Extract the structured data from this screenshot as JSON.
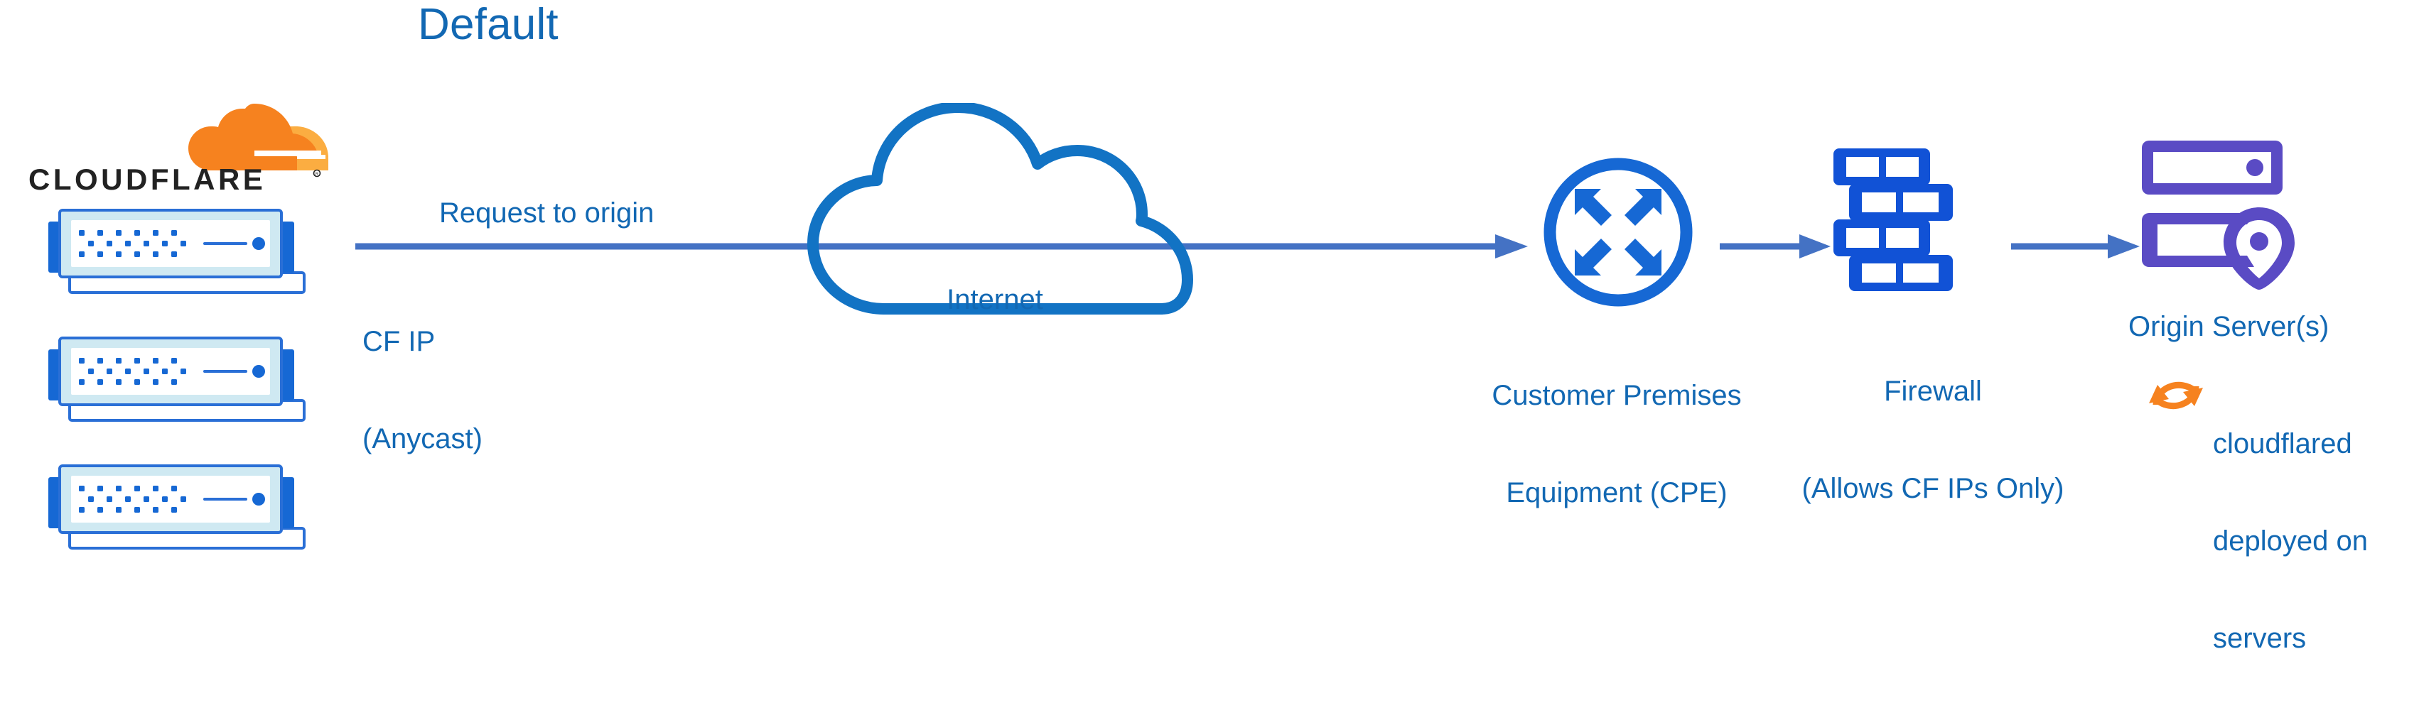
{
  "diagram": {
    "title": "Default",
    "type": "network-architecture-flow",
    "background_color": "#ffffff"
  },
  "brand": {
    "name": "CLOUDFLARE",
    "registered_mark": "®",
    "logo_colors": {
      "cloud_primary": "#f6821f",
      "cloud_secondary": "#fbad41",
      "wordmark": "#222222"
    }
  },
  "colors": {
    "title_blue": "#1268b3",
    "label_blue": "#1268b3",
    "icon_blue": "#1668d4",
    "cloud_outline_blue": "#1273c4",
    "connector_blue": "#4472c4",
    "server_frame_blue": "#2a6fd6",
    "server_fill_light": "#cfe9f2",
    "origin_purple": "#5a4bc4",
    "cloudflared_orange": "#f6821f"
  },
  "nodes": [
    {
      "id": "cloudflare-edge",
      "label": "CF IP\n(Anycast)",
      "label_lines": [
        "CF IP",
        "(Anycast)"
      ],
      "icon": "server-rack-stack",
      "count": 3
    },
    {
      "id": "internet",
      "label": "Internet",
      "icon": "cloud-icon"
    },
    {
      "id": "cpe",
      "label": "Customer Premises\nEquipment (CPE)",
      "label_lines": [
        "Customer Premises",
        "Equipment (CPE)"
      ],
      "icon": "router-icon"
    },
    {
      "id": "firewall",
      "label": "Firewall\n(Allows CF IPs Only)",
      "label_lines": [
        "Firewall",
        "(Allows CF IPs Only)"
      ],
      "icon": "brick-wall-icon"
    },
    {
      "id": "origin",
      "label": "Origin Server(s)",
      "label_lines": [
        "Origin Server(s)"
      ],
      "icon": "server-location-pin-icon"
    }
  ],
  "edges": [
    {
      "id": "edge-to-origin",
      "label": "Request to origin",
      "from": "cloudflare-edge",
      "to": "cpe",
      "style": "solid-arrow"
    },
    {
      "id": "edge-cpe-firewall",
      "label": "",
      "from": "cpe",
      "to": "firewall",
      "style": "solid-arrow"
    },
    {
      "id": "edge-firewall-origin",
      "label": "",
      "from": "firewall",
      "to": "origin",
      "style": "solid-arrow"
    }
  ],
  "annotations": [
    {
      "id": "cloudflared-note",
      "icon": "sync-refresh-icon",
      "label": "cloudflared\ndeployed on\nservers",
      "label_lines": [
        "cloudflared",
        "deployed on",
        "servers"
      ]
    }
  ],
  "labels": {
    "title": "Default",
    "request_to_origin": "Request to origin",
    "cf_ip_line1": "CF IP",
    "cf_ip_line2": "(Anycast)",
    "internet": "Internet",
    "cpe_line1": "Customer Premises",
    "cpe_line2": "Equipment (CPE)",
    "firewall_line1": "Firewall",
    "firewall_line2": "(Allows CF IPs Only)",
    "origin_server": "Origin Server(s)",
    "cloudflared_line1": "cloudflared",
    "cloudflared_line2": "deployed on",
    "cloudflared_line3": "servers",
    "brand_wordmark": "CLOUDFLARE"
  }
}
